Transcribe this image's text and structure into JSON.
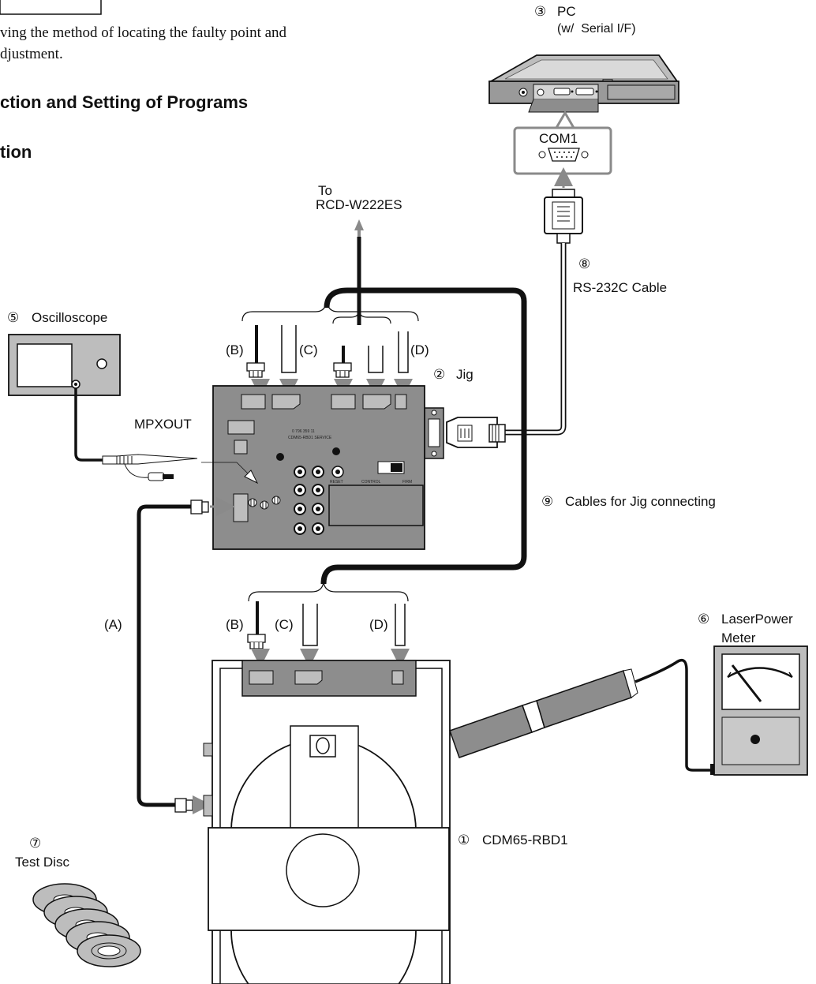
{
  "intro": {
    "line1": "ving the method of locating the faulty point and",
    "line2": "djustment."
  },
  "headings": {
    "section": "ction and Setting of Programs",
    "subsection": "tion"
  },
  "labels": {
    "to": "To",
    "rcd": "RCD-W222ES",
    "pc_num": "③",
    "pc": "PC",
    "pc_sub": "(w/  Serial I/F)",
    "com1": "COM1",
    "cable_num": "⑧",
    "cable": "RS-232C Cable",
    "osc_num": "⑤",
    "osc": "Oscilloscope",
    "mpxout": "MPXOUT",
    "jig_num": "②",
    "jig": "Jig",
    "jigcable_num": "⑨",
    "jigcable": "Cables for Jig connecting",
    "meter_num": "⑥",
    "meter": "LaserPower",
    "meter2": "Meter",
    "cdm_num": "①",
    "cdm": "CDM65-RBD1",
    "disc_num": "⑦",
    "disc": "Test Disc",
    "conn_a": "(A)",
    "conn_b": "(B)",
    "conn_c": "(C)",
    "conn_d": "(D)",
    "board_part": "0 796 359 11",
    "board_name": "CDM65-RBD1   SERVICE",
    "reset": "RESET",
    "control": "CONTROL",
    "firm": "FIRM"
  },
  "colors": {
    "panel": "#8d8d8d",
    "panel_light": "#c9c9c9",
    "outline": "#111111",
    "arrow": "#8a8a8a"
  }
}
